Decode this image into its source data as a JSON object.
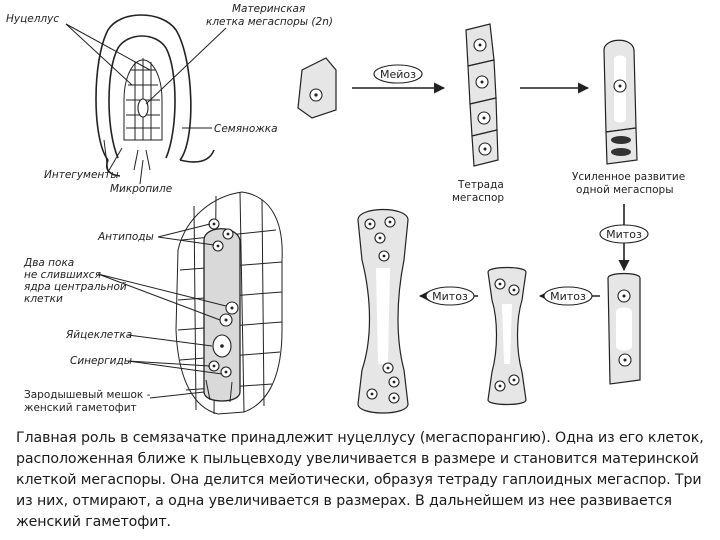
{
  "labels": {
    "nucellus": "Нуцеллус",
    "mother_cell_line1": "Материнская",
    "mother_cell_line2": "клетка мегаспоры (2n)",
    "funiculus": "Семяножка",
    "integuments": "Интегументы",
    "micropyle": "Микропиле",
    "tetrad_line1": "Тетрада",
    "tetrad_line2": "мегаспор",
    "enhanced_line1": "Усиленное развитие",
    "enhanced_line2": "одной мегаспоры",
    "antipodes": "Антиподы",
    "polar_line1": "Два пока",
    "polar_line2": "не слившихся",
    "polar_line3": "ядра центральной",
    "polar_line4": "клетки",
    "egg_cell": "Яйцеклетка",
    "synergids": "Синергиды",
    "embryo_sac_line1": "Зародышевый мешок -",
    "embryo_sac_line2": "женский гаметофит"
  },
  "process_labels": {
    "meiosis": "Мейоз",
    "mitosis_1": "Митоз",
    "mitosis_2": "Митоз",
    "mitosis_3": "Митоз"
  },
  "caption": "Главная роль в семязачатке принадлежит нуцеллусу (мегаспорангию). Одна из его клеток, расположенная ближе к пыльцевходу увеличивается в размере и становится материнской клеткой мегаспоры. Она делится мейотически, образуя тетраду гаплоидных мегаспор. Три из них, отмирают, а одна увеличивается в размерах. В дальнейшем из нее развивается женский гаметофит."
}
